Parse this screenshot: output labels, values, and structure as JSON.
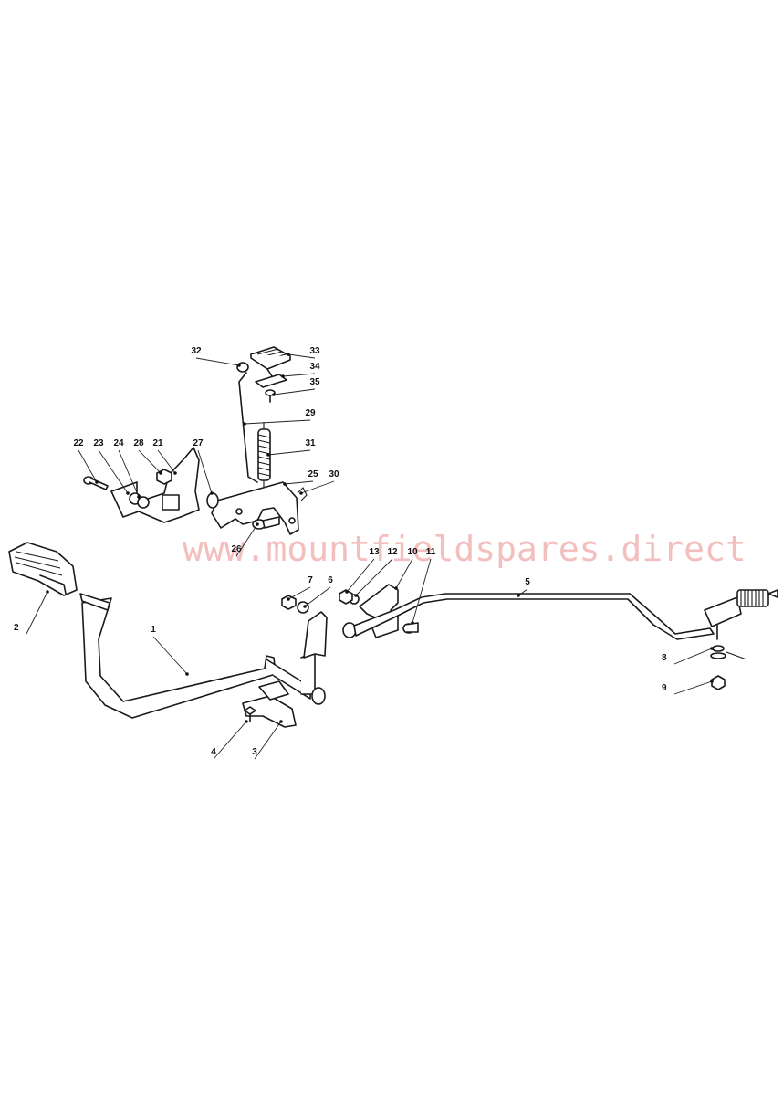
{
  "watermark": "www.mountfieldspares.direct",
  "callouts": [
    {
      "n": "1"
    },
    {
      "n": "2"
    },
    {
      "n": "3"
    },
    {
      "n": "4"
    },
    {
      "n": "5"
    },
    {
      "n": "6"
    },
    {
      "n": "7"
    },
    {
      "n": "8"
    },
    {
      "n": "9"
    },
    {
      "n": "10"
    },
    {
      "n": "11"
    },
    {
      "n": "12"
    },
    {
      "n": "13"
    },
    {
      "n": "21"
    },
    {
      "n": "22"
    },
    {
      "n": "23"
    },
    {
      "n": "24"
    },
    {
      "n": "25"
    },
    {
      "n": "26"
    },
    {
      "n": "27"
    },
    {
      "n": "28"
    },
    {
      "n": "29"
    },
    {
      "n": "30"
    },
    {
      "n": "31"
    },
    {
      "n": "32"
    },
    {
      "n": "33"
    },
    {
      "n": "34"
    },
    {
      "n": "35"
    }
  ],
  "colors": {
    "line": "#1a1a1a",
    "watermark": "#f2b3b3",
    "background": "#ffffff"
  }
}
